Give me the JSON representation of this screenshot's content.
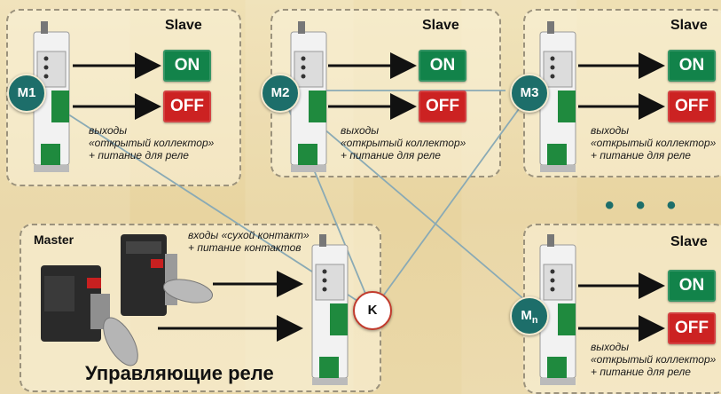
{
  "colors": {
    "on": "#12834a",
    "off": "#cc2222",
    "circle": "#1d6e6a",
    "ring": "#c23a2c"
  },
  "slaves": [
    {
      "title": "Slave",
      "module": "M1",
      "on": "ON",
      "off": "OFF",
      "note": [
        "выходы",
        "«открытый коллектор»",
        "+ питание для реле"
      ]
    },
    {
      "title": "Slave",
      "module": "M2",
      "on": "ON",
      "off": "OFF",
      "note": [
        "выходы",
        "«открытый коллектор»",
        "+ питание для реле"
      ]
    },
    {
      "title": "Slave",
      "module": "M3",
      "on": "ON",
      "off": "OFF",
      "note": [
        "выходы",
        "«открытый коллектор»",
        "+ питание для реле"
      ]
    },
    {
      "title": "Slave",
      "module": "M",
      "module_sub": "n",
      "on": "ON",
      "off": "OFF",
      "note": [
        "выходы",
        "«открытый коллектор»",
        "+ питание для реле"
      ]
    }
  ],
  "master": {
    "title": "Master",
    "note": [
      "входы «сухой контакт»",
      "+ питание контактов"
    ],
    "label": "Управляющие реле",
    "controller": "K"
  },
  "ellipsis": "• • •"
}
